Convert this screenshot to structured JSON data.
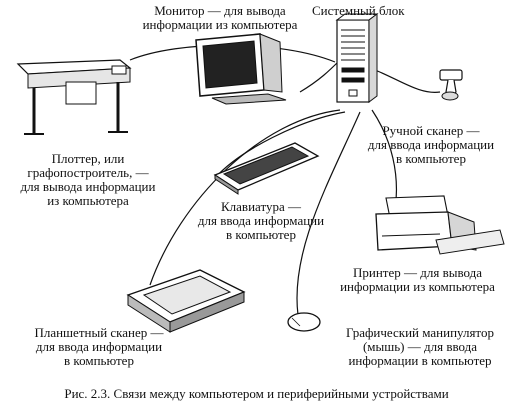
{
  "labels": {
    "monitor": [
      "Монитор — для вывода",
      "информации из компьютера"
    ],
    "system_unit": "Системный блок",
    "plotter": [
      "Плоттер, или",
      "графопостроитель, —",
      "для вывода информации",
      "из компьютера"
    ],
    "hand_scanner": [
      "Ручной сканер —",
      "для ввода информации",
      "в компьютер"
    ],
    "keyboard": [
      "Клавиатура —",
      "для ввода информации",
      "в компьютер"
    ],
    "printer": [
      "Принтер — для вывода",
      "информации из компьютера"
    ],
    "flatbed_scanner": [
      "Планшетный сканер —",
      "для ввода информации",
      "в компьютер"
    ],
    "mouse": [
      "Графический манипулятор",
      "(мышь) — для ввода",
      "информации в компьютер"
    ]
  },
  "caption": "Рис. 2.3. Связи между компьютером и периферийными устройствами"
}
